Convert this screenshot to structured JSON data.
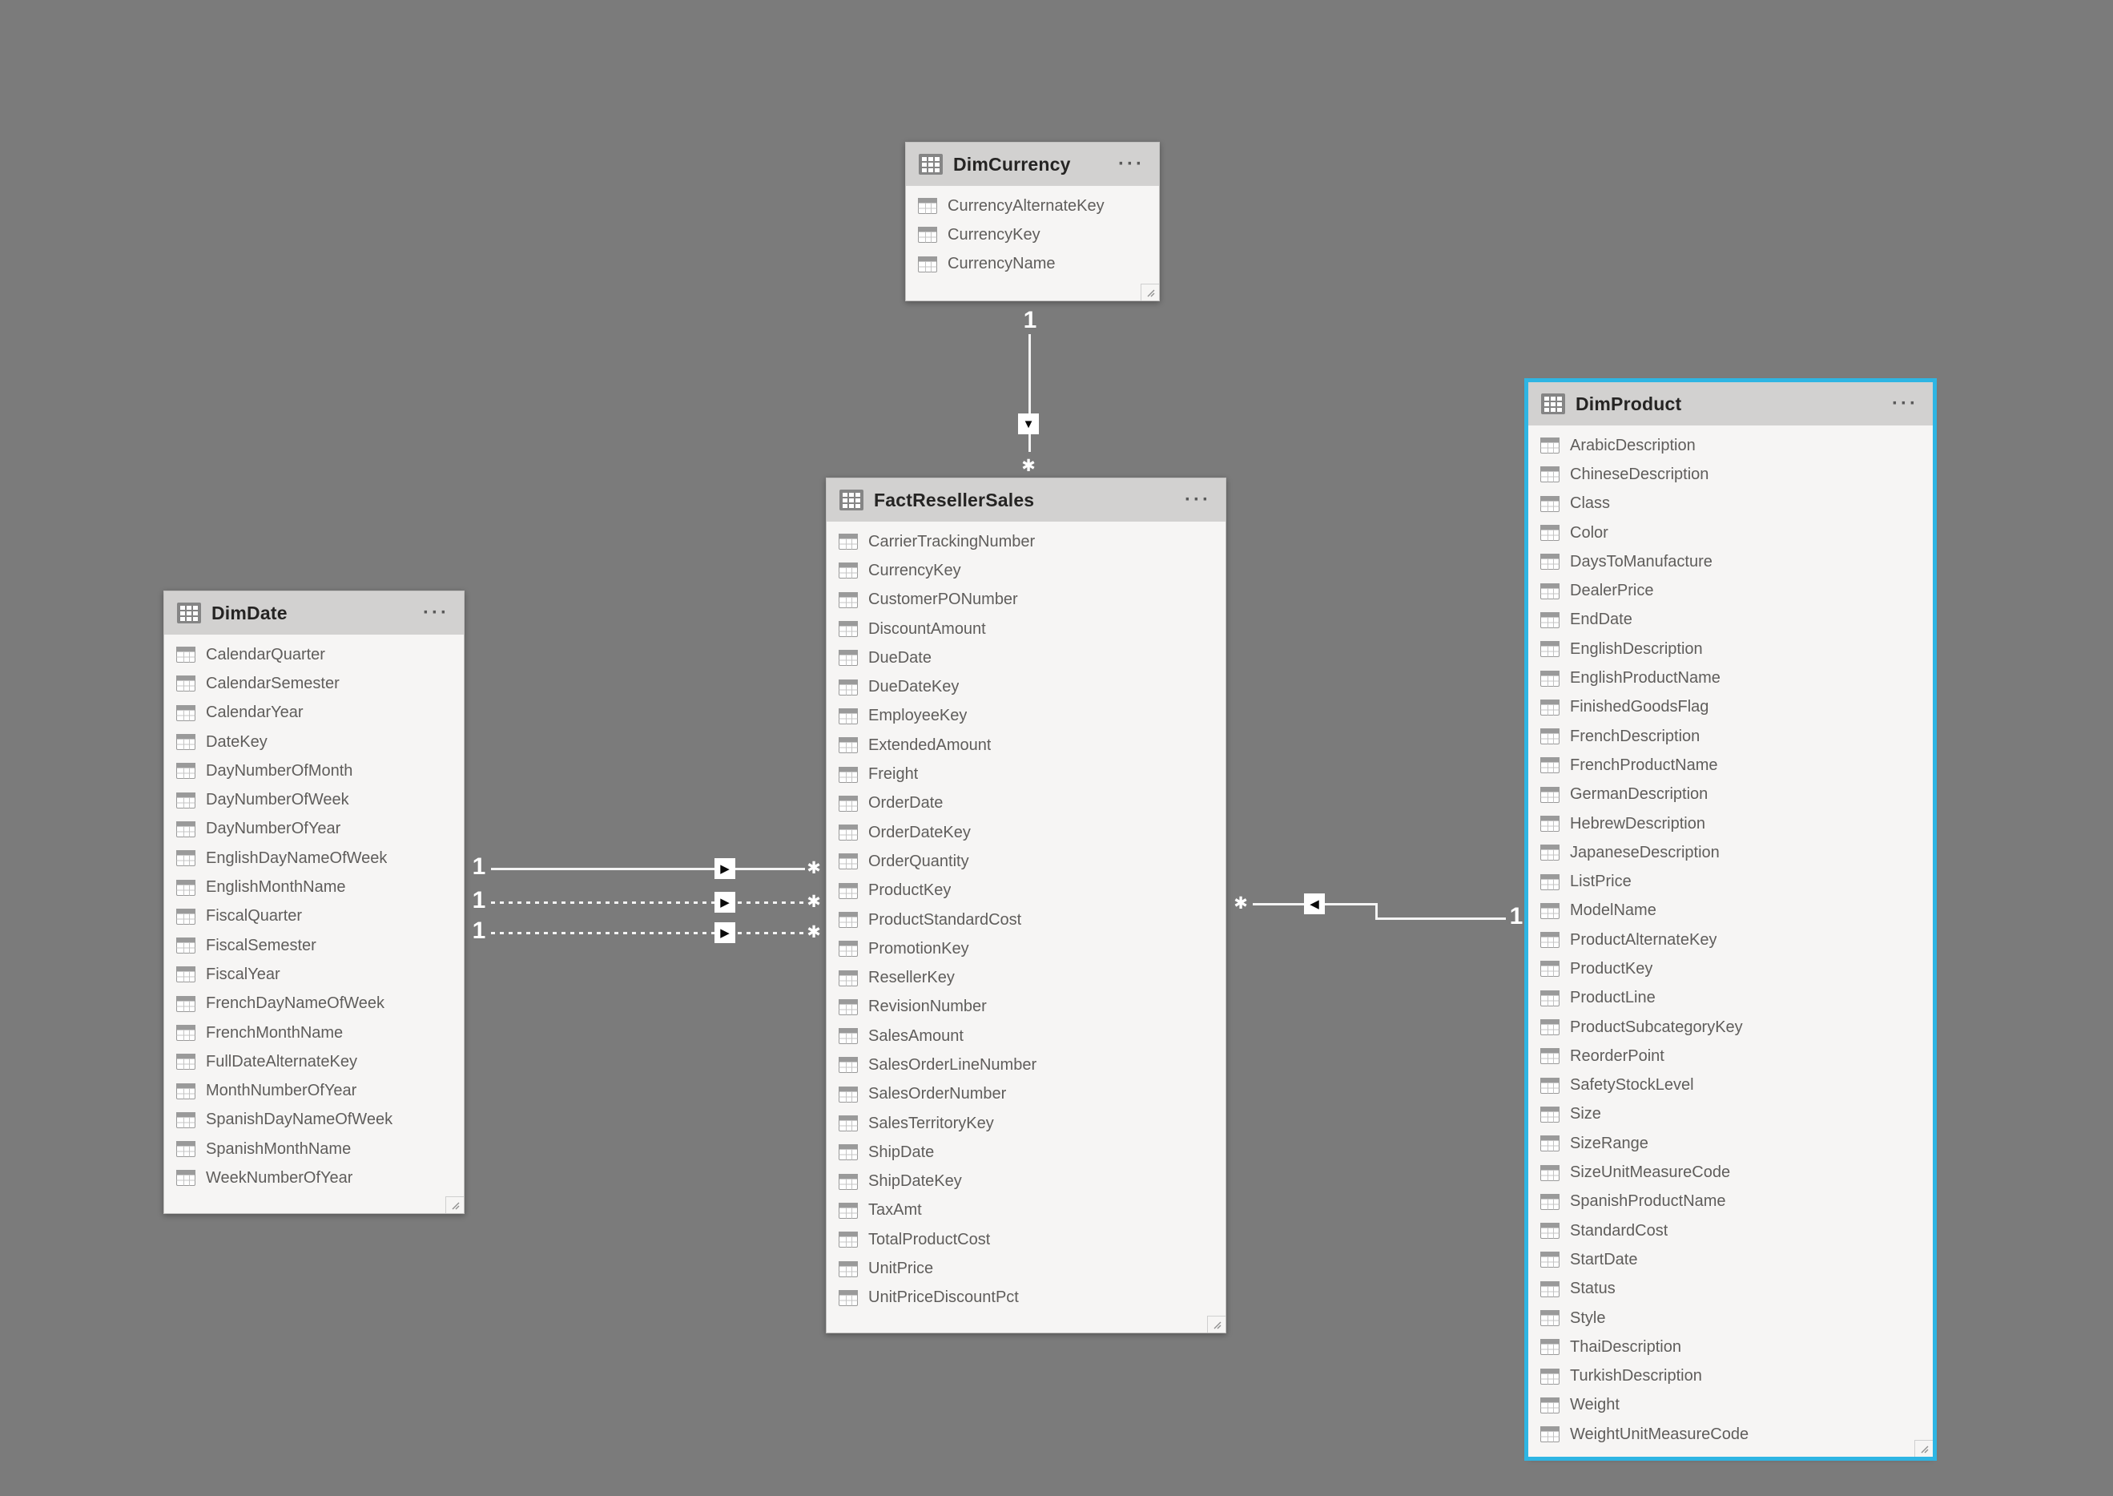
{
  "ui": {
    "more_options": "···",
    "one_symbol": "1",
    "many_symbol": "✱"
  },
  "colors": {
    "canvas_bg": "#7b7b7b",
    "card_bg": "#f6f5f4",
    "header_bg": "#d2d1d0",
    "title_text": "#252423",
    "field_text": "#5f5d5b",
    "selection_accent": "#2eb5e3",
    "relationship_line": "#f4f4f4"
  },
  "tables": [
    {
      "name": "DimCurrency",
      "selected": false,
      "fields": [
        "CurrencyAlternateKey",
        "CurrencyKey",
        "CurrencyName"
      ]
    },
    {
      "name": "FactResellerSales",
      "selected": false,
      "fields": [
        "CarrierTrackingNumber",
        "CurrencyKey",
        "CustomerPONumber",
        "DiscountAmount",
        "DueDate",
        "DueDateKey",
        "EmployeeKey",
        "ExtendedAmount",
        "Freight",
        "OrderDate",
        "OrderDateKey",
        "OrderQuantity",
        "ProductKey",
        "ProductStandardCost",
        "PromotionKey",
        "ResellerKey",
        "RevisionNumber",
        "SalesAmount",
        "SalesOrderLineNumber",
        "SalesOrderNumber",
        "SalesTerritoryKey",
        "ShipDate",
        "ShipDateKey",
        "TaxAmt",
        "TotalProductCost",
        "UnitPrice",
        "UnitPriceDiscountPct"
      ]
    },
    {
      "name": "DimDate",
      "selected": false,
      "fields": [
        "CalendarQuarter",
        "CalendarSemester",
        "CalendarYear",
        "DateKey",
        "DayNumberOfMonth",
        "DayNumberOfWeek",
        "DayNumberOfYear",
        "EnglishDayNameOfWeek",
        "EnglishMonthName",
        "FiscalQuarter",
        "FiscalSemester",
        "FiscalYear",
        "FrenchDayNameOfWeek",
        "FrenchMonthName",
        "FullDateAlternateKey",
        "MonthNumberOfYear",
        "SpanishDayNameOfWeek",
        "SpanishMonthName",
        "WeekNumberOfYear"
      ]
    },
    {
      "name": "DimProduct",
      "selected": true,
      "fields": [
        "ArabicDescription",
        "ChineseDescription",
        "Class",
        "Color",
        "DaysToManufacture",
        "DealerPrice",
        "EndDate",
        "EnglishDescription",
        "EnglishProductName",
        "FinishedGoodsFlag",
        "FrenchDescription",
        "FrenchProductName",
        "GermanDescription",
        "HebrewDescription",
        "JapaneseDescription",
        "ListPrice",
        "ModelName",
        "ProductAlternateKey",
        "ProductKey",
        "ProductLine",
        "ProductSubcategoryKey",
        "ReorderPoint",
        "SafetyStockLevel",
        "Size",
        "SizeRange",
        "SizeUnitMeasureCode",
        "SpanishProductName",
        "StandardCost",
        "StartDate",
        "Status",
        "Style",
        "ThaiDescription",
        "TurkishDescription",
        "Weight",
        "WeightUnitMeasureCode"
      ]
    }
  ],
  "relationships": [
    {
      "from": "DimCurrency",
      "to": "FactResellerSales",
      "one_label": "1",
      "many_label": "✱",
      "arrow": "▼",
      "style": "solid"
    },
    {
      "from": "DimDate",
      "to": "FactResellerSales",
      "one_label": "1",
      "many_label": "✱",
      "arrow": "▶",
      "style": "solid"
    },
    {
      "from": "DimDate",
      "to": "FactResellerSales",
      "one_label": "1",
      "many_label": "✱",
      "arrow": "▶",
      "style": "dotted"
    },
    {
      "from": "DimDate",
      "to": "FactResellerSales",
      "one_label": "1",
      "many_label": "✱",
      "arrow": "▶",
      "style": "dotted"
    },
    {
      "from": "FactResellerSales",
      "to": "DimProduct",
      "one_label": "1",
      "many_label": "✱",
      "arrow": "◀",
      "style": "solid"
    }
  ]
}
